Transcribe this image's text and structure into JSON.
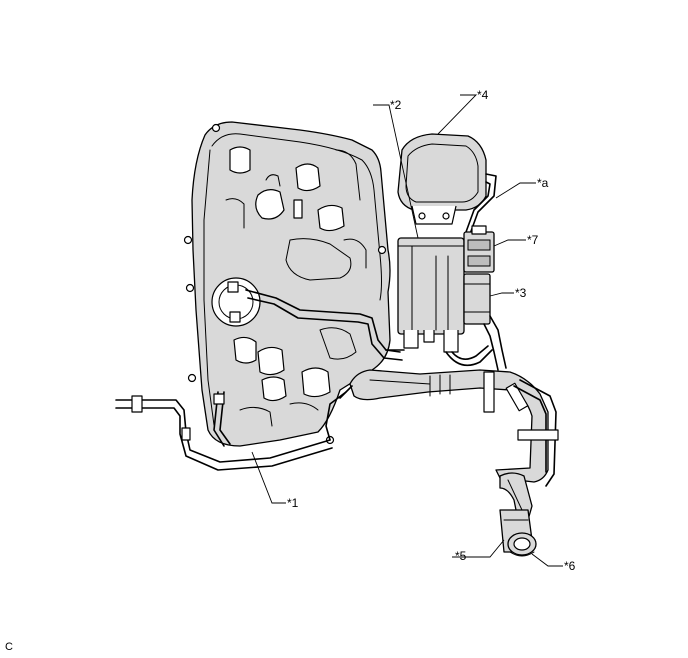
{
  "figure_code": "C",
  "callouts": {
    "c1": "*1",
    "c2": "*2",
    "c3": "*3",
    "c4": "*4",
    "c5": "*5",
    "c6": "*6",
    "c7": "*7",
    "ca": "*a"
  }
}
